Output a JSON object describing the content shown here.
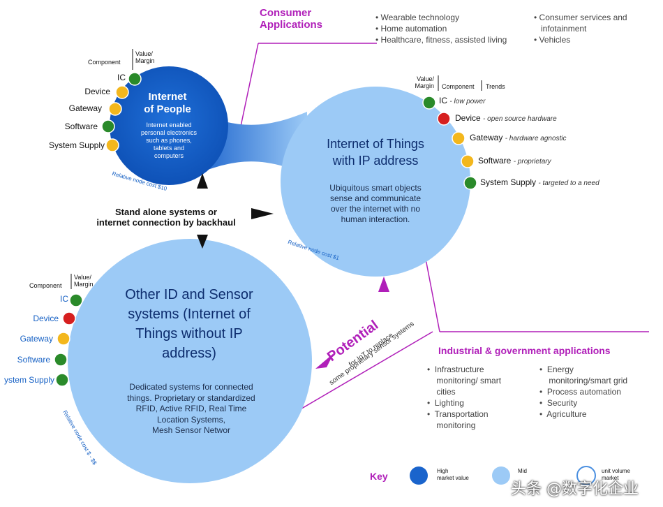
{
  "consumer": {
    "title_line1": "Consumer",
    "title_line2": "Applications",
    "bullets_col1": [
      "Wearable technology",
      "Home automation",
      "Healthcare, fitness, assisted living"
    ],
    "bullets_col2": [
      "Consumer services and",
      "infotainment",
      "Vehicles"
    ]
  },
  "people": {
    "title_line1": "Internet",
    "title_line2": "of People",
    "desc": [
      "Internet enabled",
      "personal electronics",
      "such as phones,",
      "tablets and",
      "computers"
    ],
    "cost": "Relative node cost $10",
    "header_component": "Component",
    "header_value_line1": "Value/",
    "header_value_line2": "Margin",
    "rows": [
      "IC",
      "Device",
      "Gateway",
      "Software",
      "System Supply"
    ]
  },
  "ip": {
    "title_line1": "Internet of Things",
    "title_line2": "with IP address",
    "desc": [
      "Ubiquitous smart objects",
      "sense and communicate",
      "over the internet with no",
      "human interaction."
    ],
    "cost": "Relative node cost $1",
    "header_value_line1": "Value/",
    "header_value_line2": "Margin",
    "header_component": "Component",
    "header_trends": "Trends",
    "rows": [
      {
        "label": "IC",
        "trend": "- low power"
      },
      {
        "label": "Device",
        "trend": "- open source hardware"
      },
      {
        "label": "Gateway",
        "trend": "- hardware agnostic"
      },
      {
        "label": "Software",
        "trend": "- proprietary"
      },
      {
        "label": "System Supply",
        "trend": "- targeted to a need"
      }
    ]
  },
  "sensor": {
    "title_lines": [
      "Other ID and Sensor",
      "systems (Internet of",
      "Things without IP",
      "address)"
    ],
    "desc": [
      "Dedicated systems for connected",
      "things. Proprietary or standardized",
      "RFID, Active RFID, Real Time",
      "Location Systems,",
      "Mesh Sensor Networ"
    ],
    "cost": "Relative node cost $ - $$",
    "header_component": "Component",
    "header_value_line1": "Value/",
    "header_value_line2": "Margin",
    "rows": [
      "IC",
      "Device",
      "Gateway",
      "Software",
      "ystem Supply"
    ]
  },
  "middle": {
    "line1": "Stand alone systems or",
    "line2": "internet connection by backhaul"
  },
  "potential": {
    "title": "Potential",
    "line1": "for IoT to replace",
    "line2": "some proprietary sensor systems"
  },
  "industrial": {
    "title": "Industrial & government applications",
    "bullets_col1": [
      "Infrastructure",
      "monitoring/ smart",
      "cities",
      "Lighting",
      "Transportation",
      "monitoring"
    ],
    "bullets_col1_marks": [
      true,
      false,
      false,
      true,
      true,
      false
    ],
    "bullets_col2": [
      "Energy",
      "monitoring/smart grid",
      "Process automation",
      "Security",
      "Agriculture"
    ],
    "bullets_col2_marks": [
      true,
      false,
      true,
      true,
      true
    ]
  },
  "key": {
    "title": "Key",
    "item1_line1": "High",
    "item1_line2": "market value",
    "item2": "Mid",
    "item3_line1": "unit volume",
    "item3_line2": "market"
  },
  "watermark": "头条 @数字化企业",
  "colors": {
    "dark_blue": "#1a64cc",
    "light_blue": "#9ccaf6",
    "purple": "#b01fb9",
    "green": "#2a8a2a",
    "yellow": "#f3b71d",
    "red": "#d61f1f"
  },
  "dot_states": {
    "people": [
      "green",
      "yellow",
      "yellow",
      "green",
      "yellow"
    ],
    "ip": [
      "green",
      "red",
      "yellow",
      "yellow",
      "green"
    ],
    "sensor": [
      "green",
      "red",
      "yellow",
      "green",
      "green"
    ]
  }
}
